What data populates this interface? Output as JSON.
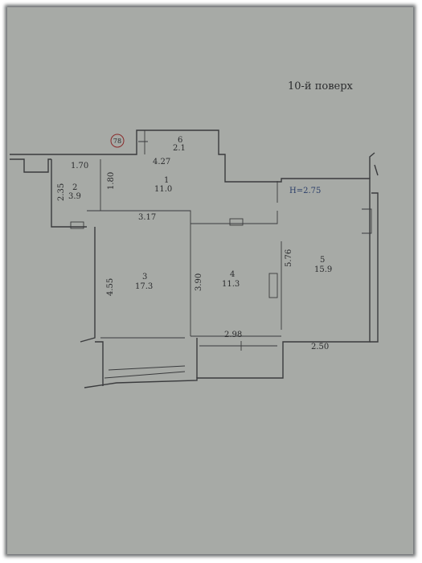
{
  "floor_label": "10-й поверх",
  "apartment_number": "78",
  "ceiling_height": "H=2.75",
  "rooms": [
    {
      "number": "1",
      "area": "11.0"
    },
    {
      "number": "2",
      "area": "3.9"
    },
    {
      "number": "3",
      "area": "17.3"
    },
    {
      "number": "4",
      "area": "11.3"
    },
    {
      "number": "5",
      "area": "15.9"
    },
    {
      "number": "6",
      "area": "2.1"
    }
  ],
  "dimensions": {
    "d_170": "1.70",
    "d_427": "4.27",
    "d_235": "2.35",
    "d_180": "1.80",
    "d_317": "3.17",
    "d_455": "4.55",
    "d_390": "3.90",
    "d_576": "5.76",
    "d_298": "2.98",
    "d_250": "2.50"
  },
  "colors": {
    "paper": "#a7aaa6",
    "ink": "#2b2c2e",
    "ceiling_note": "#2c3f6a",
    "circle": "#8a2a2a"
  }
}
